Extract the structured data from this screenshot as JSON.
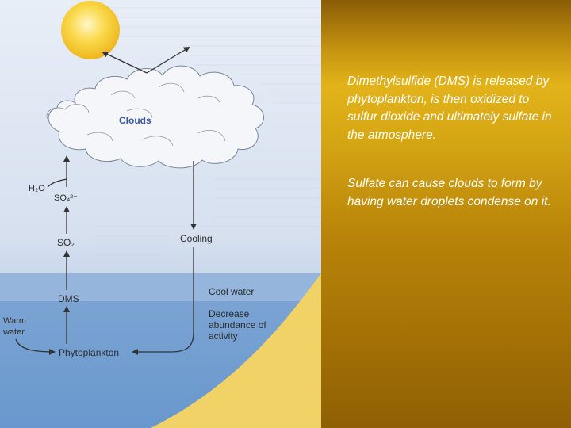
{
  "caption": {
    "paragraph1": "Dimethylsulfide (DMS) is released by phytoplankton, is then oxidized to sulfur dioxide and ultimately sulfate in the atmosphere.",
    "paragraph2": "Sulfate can cause clouds to form by having water droplets condense on it."
  },
  "diagram": {
    "clouds": "Clouds",
    "h2o": "H₂O",
    "so4": "SO₄²⁻",
    "so2": "SO₂",
    "dms": "DMS",
    "phytoplankton": "Phytoplankton",
    "cooling": "Cooling",
    "cool_water": "Cool water",
    "decrease": "Decrease abundance of activity",
    "warm_water": "Warm water"
  },
  "colors": {
    "panel_gold": "#d6a714",
    "sky_blue": "#dde6f3",
    "ocean_blue": "#5b8cc4",
    "sand": "#f0d266",
    "sun": "#f3c72d",
    "caption_text": "#ffffff"
  }
}
